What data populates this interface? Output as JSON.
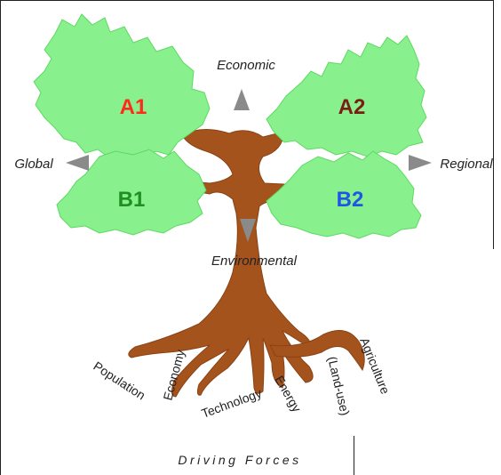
{
  "scenario_labels": {
    "a1": "A1",
    "a2": "A2",
    "b1": "B1",
    "b2": "B2"
  },
  "axis_labels": {
    "economic": "Economic",
    "environmental": "Environmental",
    "global": "Global",
    "regional": "Regional"
  },
  "driving_forces": {
    "population": "Population",
    "economy": "Economy",
    "technology": "Technology",
    "energy": "Energy",
    "land_use": "(Land-use)",
    "agriculture": "Agriculture"
  },
  "caption": "Driving Forces",
  "colors": {
    "foliage": "#88f08c",
    "foliage_edge": "#5fd964",
    "trunk": "#a5531c",
    "arrow": "#8a8a8a",
    "a1": "#ff2a1a",
    "a2": "#7a1e14",
    "b1": "#1f8f22",
    "b2": "#1f55e6",
    "frame": "#222222"
  }
}
